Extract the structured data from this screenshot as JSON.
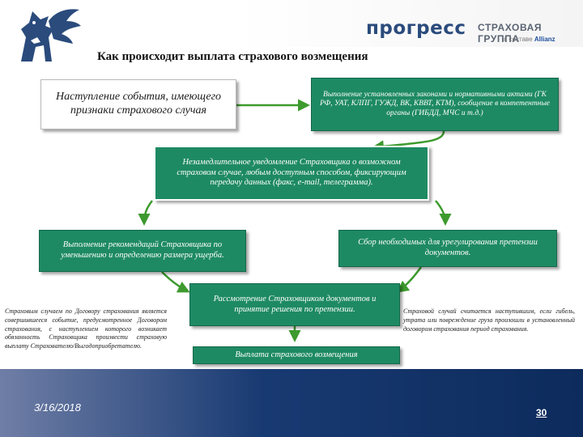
{
  "header": {
    "brand_name": "прогресс",
    "brand_sub": "СТРАХОВАЯ ГРУППА",
    "brand_note_prefix": "в составе",
    "brand_note_partner": "Allianz"
  },
  "title": "Как происходит выплата страхового возмещения",
  "boxes": {
    "event": "Наступление события, имеющего признаки страхового случая",
    "legal": "Выполнение установленных законами и нормативными актами (ГК РФ, УАТ, КЛПГ, ГУЖД, ВК, КВВТ, КТМ), сообщение в компетентные органы (ГИБДД, МЧС и т.д.)",
    "notify": "Незамедлительное уведомление Страховщика о возможном страховом случае, любым доступным способом, фиксирующим передачу данных (факс, e-mail, телеграмма).",
    "recommend": "Выполнение рекомендаций Страховщика по уменьшению и определению размера ущерба.",
    "collect": "Сбор необходимых для урегулирования претензии документов.",
    "review": "Рассмотрение Страховщиком документов и принятие решения по претензии.",
    "payout": "Выплата страхового возмещения"
  },
  "notes": {
    "left": "Страховым случаем по Договору страхования является совершившееся событие, предусмотренное Договором страхования, с наступлением которого возникает обязанность Страховщика произвести страховую выплату Страхователю/Выгодоприобретателю.",
    "right": "Страховой случай считается наступившим, если гибель, утрата или повреждение груза произошли в установленный договором страхования период страхования."
  },
  "footer": {
    "date": "3/16/2018",
    "page": "30"
  },
  "colors": {
    "box_green": "#1e8a63",
    "brand_blue": "#2a4b7c",
    "footer_blue": "#183a72",
    "arrow_green": "#3d9a2e"
  }
}
